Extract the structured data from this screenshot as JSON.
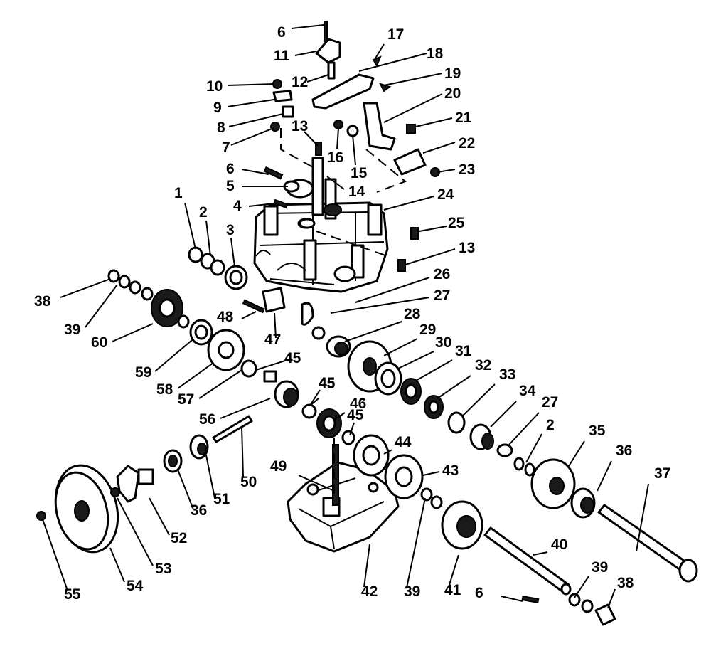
{
  "diagram": {
    "callouts": [
      {
        "id": "6a",
        "label": "6"
      },
      {
        "id": "17",
        "label": "17"
      },
      {
        "id": "18",
        "label": "18"
      },
      {
        "id": "11",
        "label": "11"
      },
      {
        "id": "12",
        "label": "12"
      },
      {
        "id": "19",
        "label": "19"
      },
      {
        "id": "10",
        "label": "10"
      },
      {
        "id": "20",
        "label": "20"
      },
      {
        "id": "9",
        "label": "9"
      },
      {
        "id": "8",
        "label": "8"
      },
      {
        "id": "21",
        "label": "21"
      },
      {
        "id": "13a",
        "label": "13"
      },
      {
        "id": "7",
        "label": "7"
      },
      {
        "id": "16",
        "label": "16"
      },
      {
        "id": "15",
        "label": "15"
      },
      {
        "id": "22",
        "label": "22"
      },
      {
        "id": "23",
        "label": "23"
      },
      {
        "id": "6b",
        "label": "6"
      },
      {
        "id": "14",
        "label": "14"
      },
      {
        "id": "5",
        "label": "5"
      },
      {
        "id": "24",
        "label": "24"
      },
      {
        "id": "4",
        "label": "4"
      },
      {
        "id": "1",
        "label": "1"
      },
      {
        "id": "2a",
        "label": "2"
      },
      {
        "id": "3",
        "label": "3"
      },
      {
        "id": "25",
        "label": "25"
      },
      {
        "id": "13b",
        "label": "13"
      },
      {
        "id": "26",
        "label": "26"
      },
      {
        "id": "38a",
        "label": "38"
      },
      {
        "id": "27a",
        "label": "27"
      },
      {
        "id": "48",
        "label": "48"
      },
      {
        "id": "28",
        "label": "28"
      },
      {
        "id": "39a",
        "label": "39"
      },
      {
        "id": "47",
        "label": "47"
      },
      {
        "id": "29",
        "label": "29"
      },
      {
        "id": "60",
        "label": "60"
      },
      {
        "id": "30",
        "label": "30"
      },
      {
        "id": "45a",
        "label": "45"
      },
      {
        "id": "31",
        "label": "31"
      },
      {
        "id": "59",
        "label": "59"
      },
      {
        "id": "45b",
        "label": "45"
      },
      {
        "id": "32",
        "label": "32"
      },
      {
        "id": "58",
        "label": "58"
      },
      {
        "id": "33",
        "label": "33"
      },
      {
        "id": "45c",
        "label": "45"
      },
      {
        "id": "57",
        "label": "57"
      },
      {
        "id": "34",
        "label": "34"
      },
      {
        "id": "46",
        "label": "46"
      },
      {
        "id": "56",
        "label": "56"
      },
      {
        "id": "27b",
        "label": "27"
      },
      {
        "id": "45d",
        "label": "45"
      },
      {
        "id": "2b",
        "label": "2"
      },
      {
        "id": "35",
        "label": "35"
      },
      {
        "id": "44",
        "label": "44"
      },
      {
        "id": "36a",
        "label": "36"
      },
      {
        "id": "37",
        "label": "37"
      },
      {
        "id": "49",
        "label": "49"
      },
      {
        "id": "50",
        "label": "50"
      },
      {
        "id": "43",
        "label": "43"
      },
      {
        "id": "36b",
        "label": "36"
      },
      {
        "id": "51",
        "label": "51"
      },
      {
        "id": "52",
        "label": "52"
      },
      {
        "id": "40",
        "label": "40"
      },
      {
        "id": "53",
        "label": "53"
      },
      {
        "id": "39b",
        "label": "39"
      },
      {
        "id": "38b",
        "label": "38"
      },
      {
        "id": "55",
        "label": "55"
      },
      {
        "id": "54",
        "label": "54"
      },
      {
        "id": "42",
        "label": "42"
      },
      {
        "id": "39c",
        "label": "39"
      },
      {
        "id": "41",
        "label": "41"
      },
      {
        "id": "6c",
        "label": "6"
      }
    ]
  }
}
